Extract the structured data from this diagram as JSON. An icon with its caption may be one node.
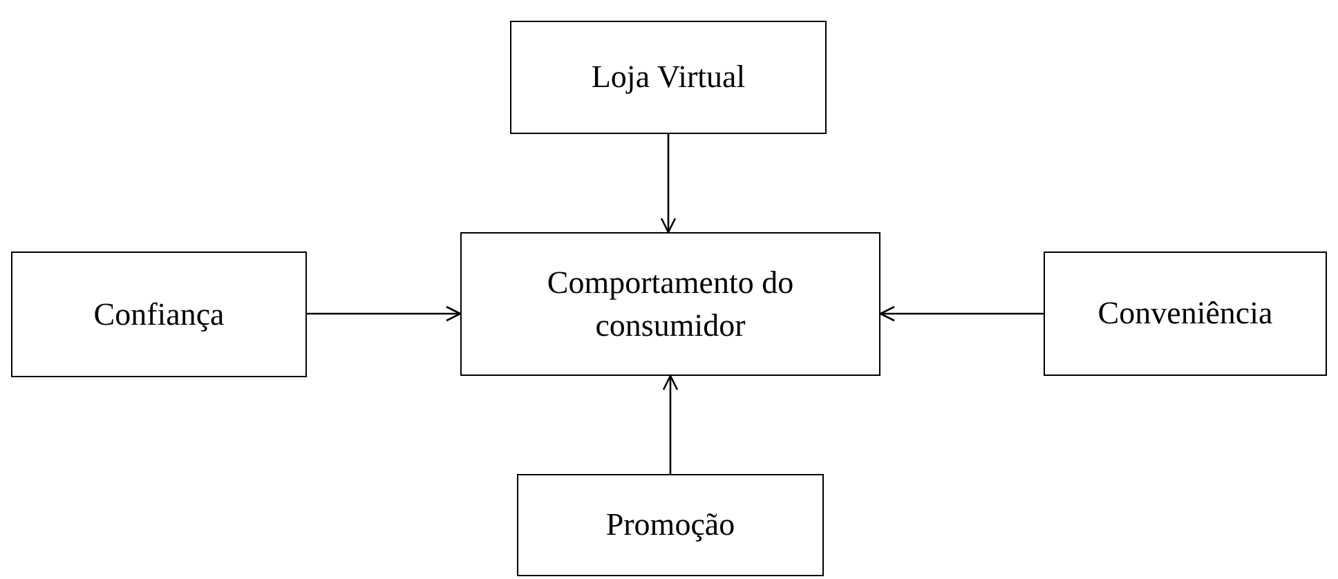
{
  "diagram": {
    "nodes": [
      {
        "text": [
          "Loja Virtual"
        ]
      },
      {
        "text": [
          "Comportamento do consumidor"
        ]
      },
      {
        "text": [
          "Confiança"
        ]
      },
      {
        "text": [
          "Conveniência"
        ]
      },
      {
        "text": [
          "Promoção"
        ]
      }
    ],
    "edges": [
      {
        "from": 0,
        "to": 1,
        "arrow": "to"
      },
      {
        "from": 2,
        "to": 1,
        "arrow": "to"
      },
      {
        "from": 3,
        "to": 1,
        "arrow": "to"
      },
      {
        "from": 4,
        "to": 1,
        "arrow": "to"
      }
    ]
  }
}
